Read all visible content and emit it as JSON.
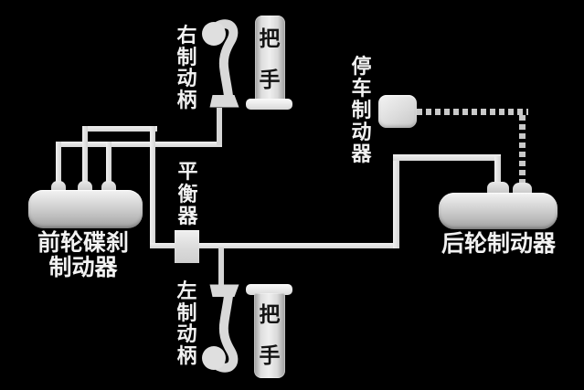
{
  "diagram": {
    "subject": "motorcycle-brake-system-schematic",
    "background": "#000000"
  },
  "colors": {
    "cable_line": "#e3e3e3",
    "dashed_line": "#c9c9c9",
    "label_text": "#f2f2f2",
    "grip_text": "#141414",
    "metal_light": "#f3f3f3",
    "metal_dark": "#9f9f9f"
  },
  "levers": {
    "right": {
      "label": "右制动柄"
    },
    "left": {
      "label": "左制动柄"
    }
  },
  "grips": {
    "top": {
      "label": "把手"
    },
    "bottom": {
      "label": "把手"
    }
  },
  "parking_brake": {
    "label": "停车制动器"
  },
  "equalizer": {
    "label": "平衡器"
  },
  "front_brake": {
    "label_line1": "前轮碟刹",
    "label_line2": "制动器"
  },
  "rear_brake": {
    "label": "后轮制动器"
  }
}
